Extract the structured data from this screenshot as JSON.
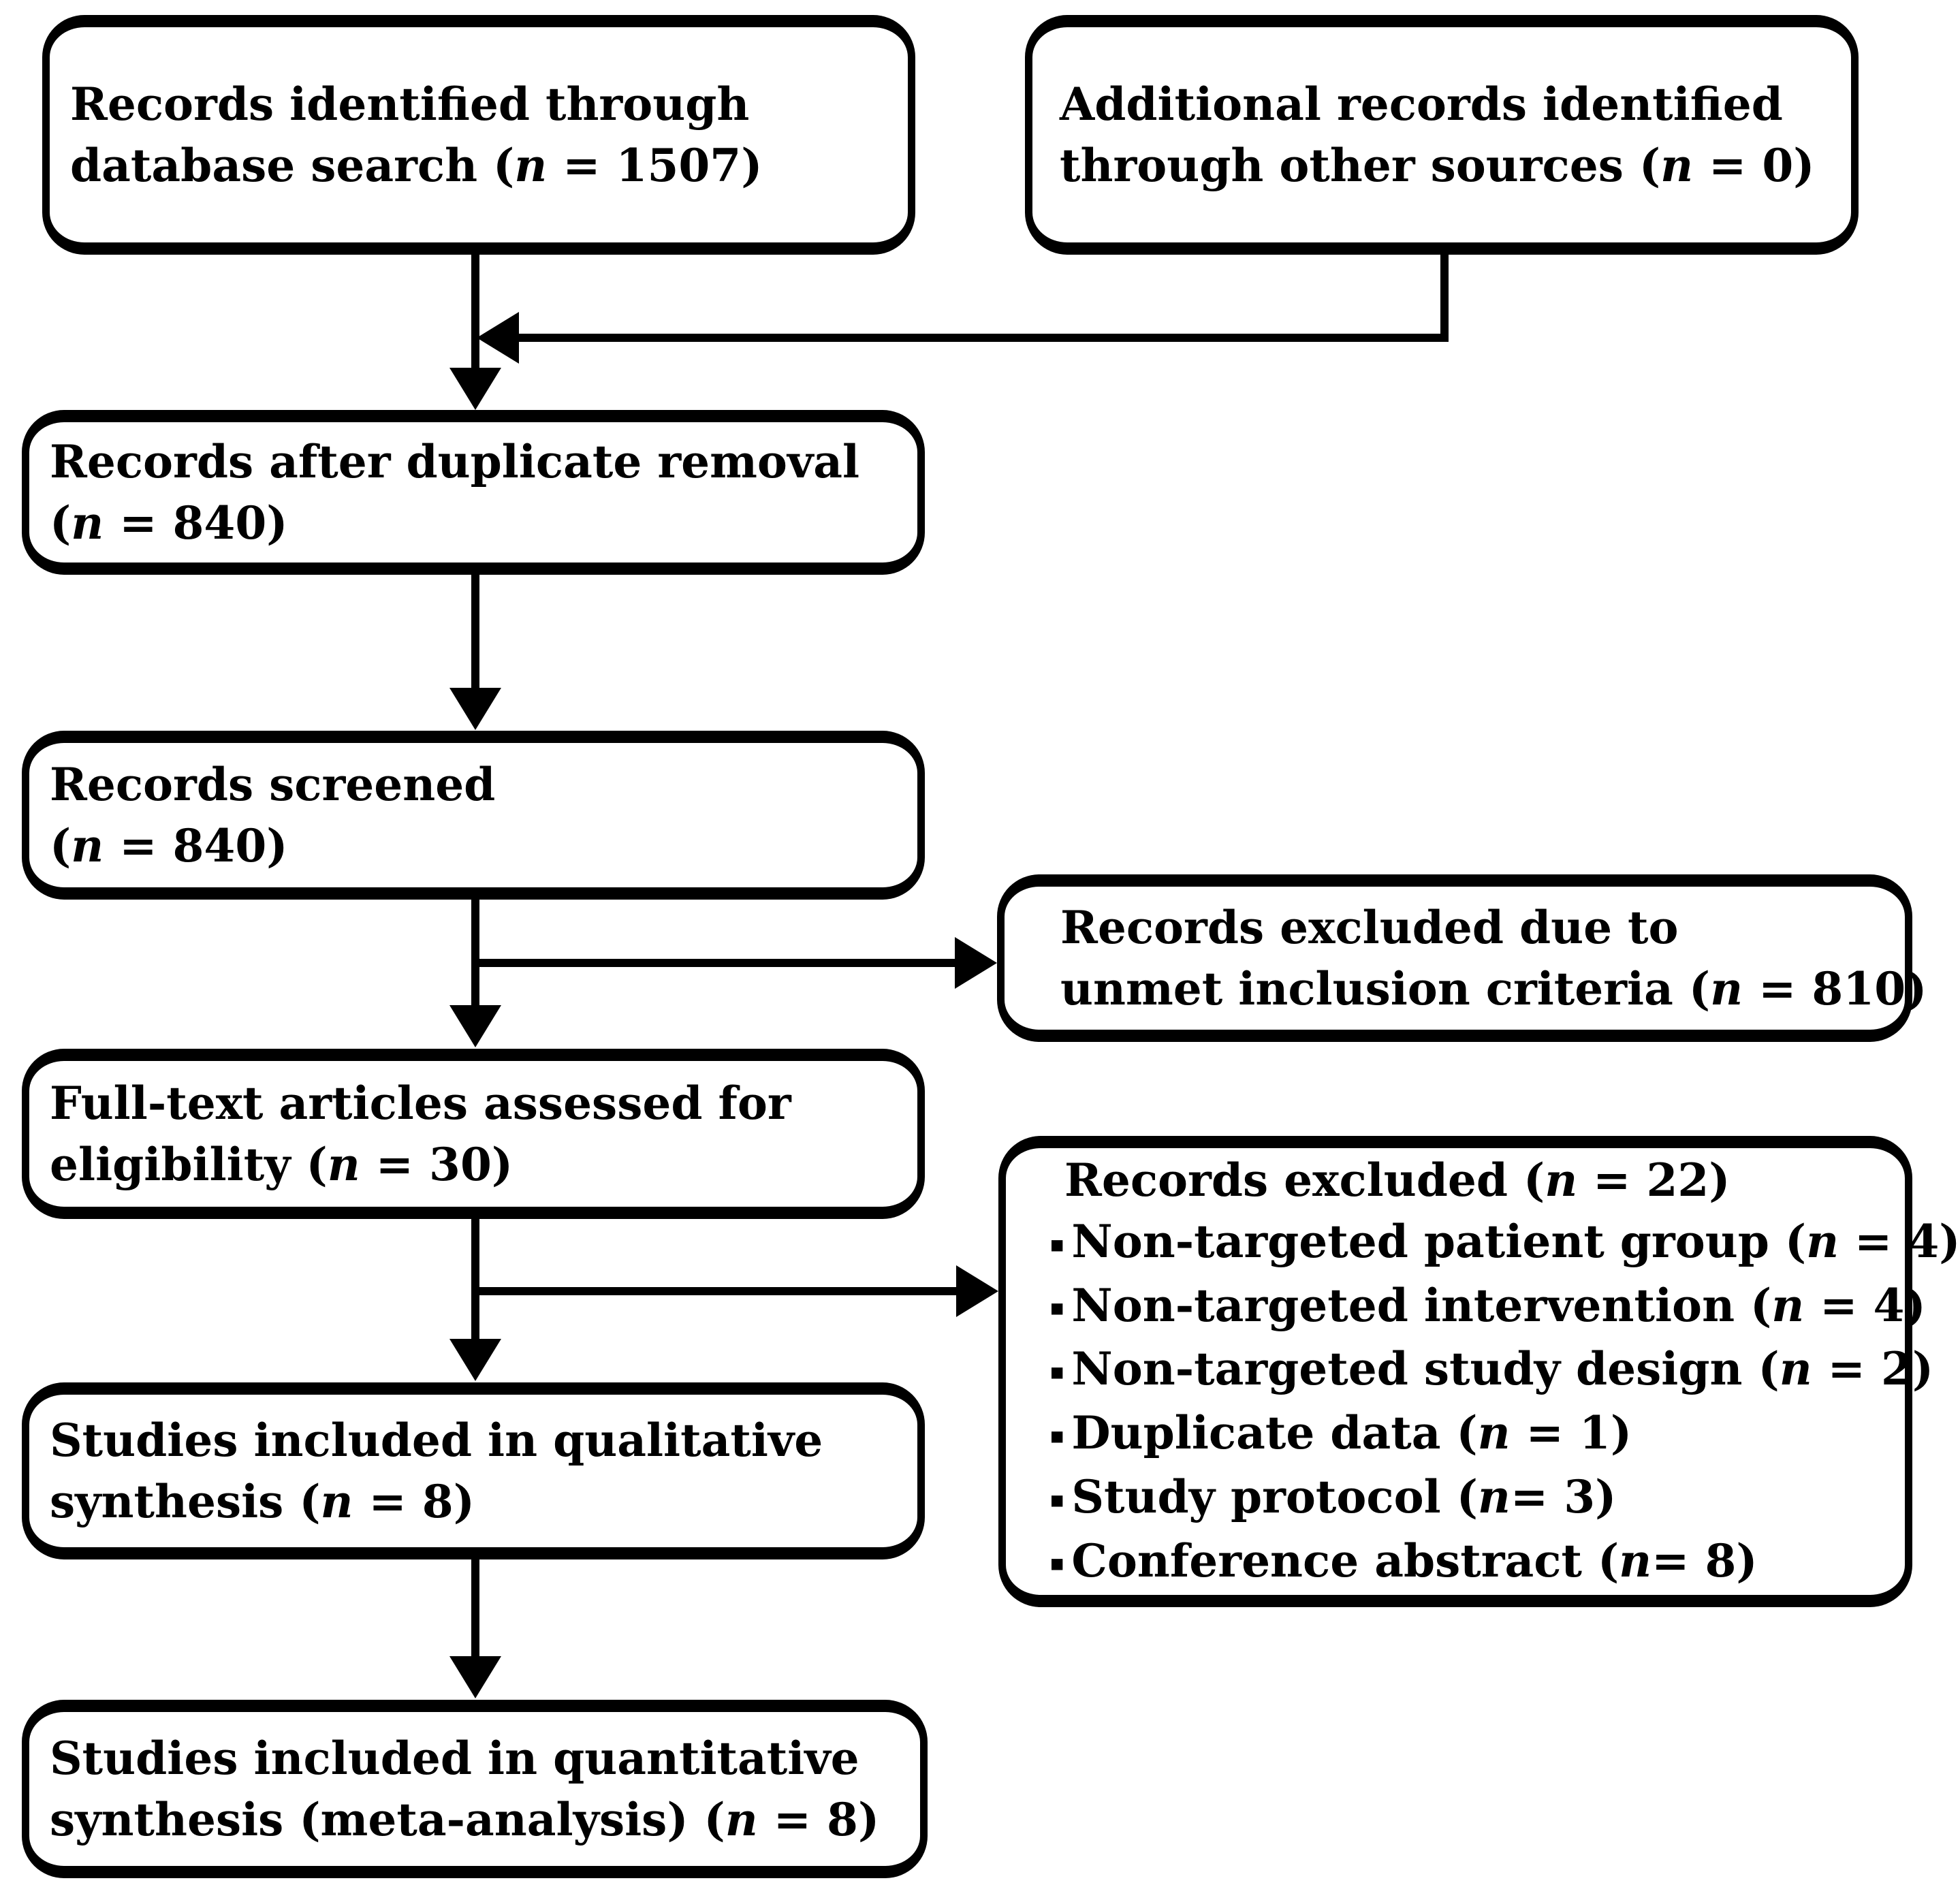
{
  "figure": {
    "type": "flowchart",
    "background_color": "#ffffff",
    "line_color": "#000000",
    "boxes": [
      {
        "id": "records-identified",
        "lines": [
          [
            {
              "t": "Records identified through"
            }
          ],
          [
            {
              "t": "database search ("
            },
            {
              "t": "n",
              "i": true
            },
            {
              "t": " = 1507)"
            }
          ]
        ]
      },
      {
        "id": "additional-records",
        "lines": [
          [
            {
              "t": "Additional records identified"
            }
          ],
          [
            {
              "t": "through other sources ("
            },
            {
              "t": "n",
              "i": true
            },
            {
              "t": " = 0)"
            }
          ]
        ]
      },
      {
        "id": "after-duplicate-removal",
        "lines": [
          [
            {
              "t": "Records after duplicate removal"
            }
          ],
          [
            {
              "t": "("
            },
            {
              "t": "n",
              "i": true
            },
            {
              "t": " = 840)"
            }
          ]
        ]
      },
      {
        "id": "records-screened",
        "lines": [
          [
            {
              "t": "Records screened"
            }
          ],
          [
            {
              "t": "("
            },
            {
              "t": "n",
              "i": true
            },
            {
              "t": " = 840)"
            }
          ]
        ]
      },
      {
        "id": "records-excluded-screening",
        "lines": [
          [
            {
              "t": "Records excluded due to"
            }
          ],
          [
            {
              "t": "unmet inclusion criteria ("
            },
            {
              "t": "n",
              "i": true
            },
            {
              "t": " = 810)"
            }
          ]
        ]
      },
      {
        "id": "fulltext-assessed",
        "lines": [
          [
            {
              "t": "Full-text articles assessed for"
            }
          ],
          [
            {
              "t": "eligibility ("
            },
            {
              "t": "n",
              "i": true
            },
            {
              "t": " = 30)"
            }
          ]
        ]
      },
      {
        "id": "records-excluded-fulltext",
        "lines": [
          [
            {
              "t": "Records excluded ("
            },
            {
              "t": "n",
              "i": true
            },
            {
              "t": " = 22)"
            }
          ],
          [
            {
              "t": "▪",
              "b": true
            },
            {
              "t": "Non-targeted patient group ("
            },
            {
              "t": "n",
              "i": true
            },
            {
              "t": " = 4)"
            }
          ],
          [
            {
              "t": "▪",
              "b": true
            },
            {
              "t": "Non-targeted intervention ("
            },
            {
              "t": "n",
              "i": true
            },
            {
              "t": " = 4)"
            }
          ],
          [
            {
              "t": "▪",
              "b": true
            },
            {
              "t": "Non-targeted study design ("
            },
            {
              "t": "n",
              "i": true
            },
            {
              "t": " = 2)"
            }
          ],
          [
            {
              "t": "▪",
              "b": true
            },
            {
              "t": "Duplicate data ("
            },
            {
              "t": "n",
              "i": true
            },
            {
              "t": " = 1)"
            }
          ],
          [
            {
              "t": "▪",
              "b": true
            },
            {
              "t": "Study protocol ("
            },
            {
              "t": "n",
              "i": true
            },
            {
              "t": "= 3)"
            }
          ],
          [
            {
              "t": "▪",
              "b": true
            },
            {
              "t": "Conference abstract ("
            },
            {
              "t": "n",
              "i": true
            },
            {
              "t": "= 8)"
            }
          ]
        ]
      },
      {
        "id": "qualitative-synthesis",
        "lines": [
          [
            {
              "t": "Studies included in qualitative"
            }
          ],
          [
            {
              "t": "synthesis ("
            },
            {
              "t": "n",
              "i": true
            },
            {
              "t": " = 8)"
            }
          ]
        ]
      },
      {
        "id": "quantitative-synthesis",
        "lines": [
          [
            {
              "t": "Studies included in quantitative"
            }
          ],
          [
            {
              "t": "synthesis (meta-analysis) ("
            },
            {
              "t": "n",
              "i": true
            },
            {
              "t": " = 8)"
            }
          ]
        ]
      }
    ]
  }
}
